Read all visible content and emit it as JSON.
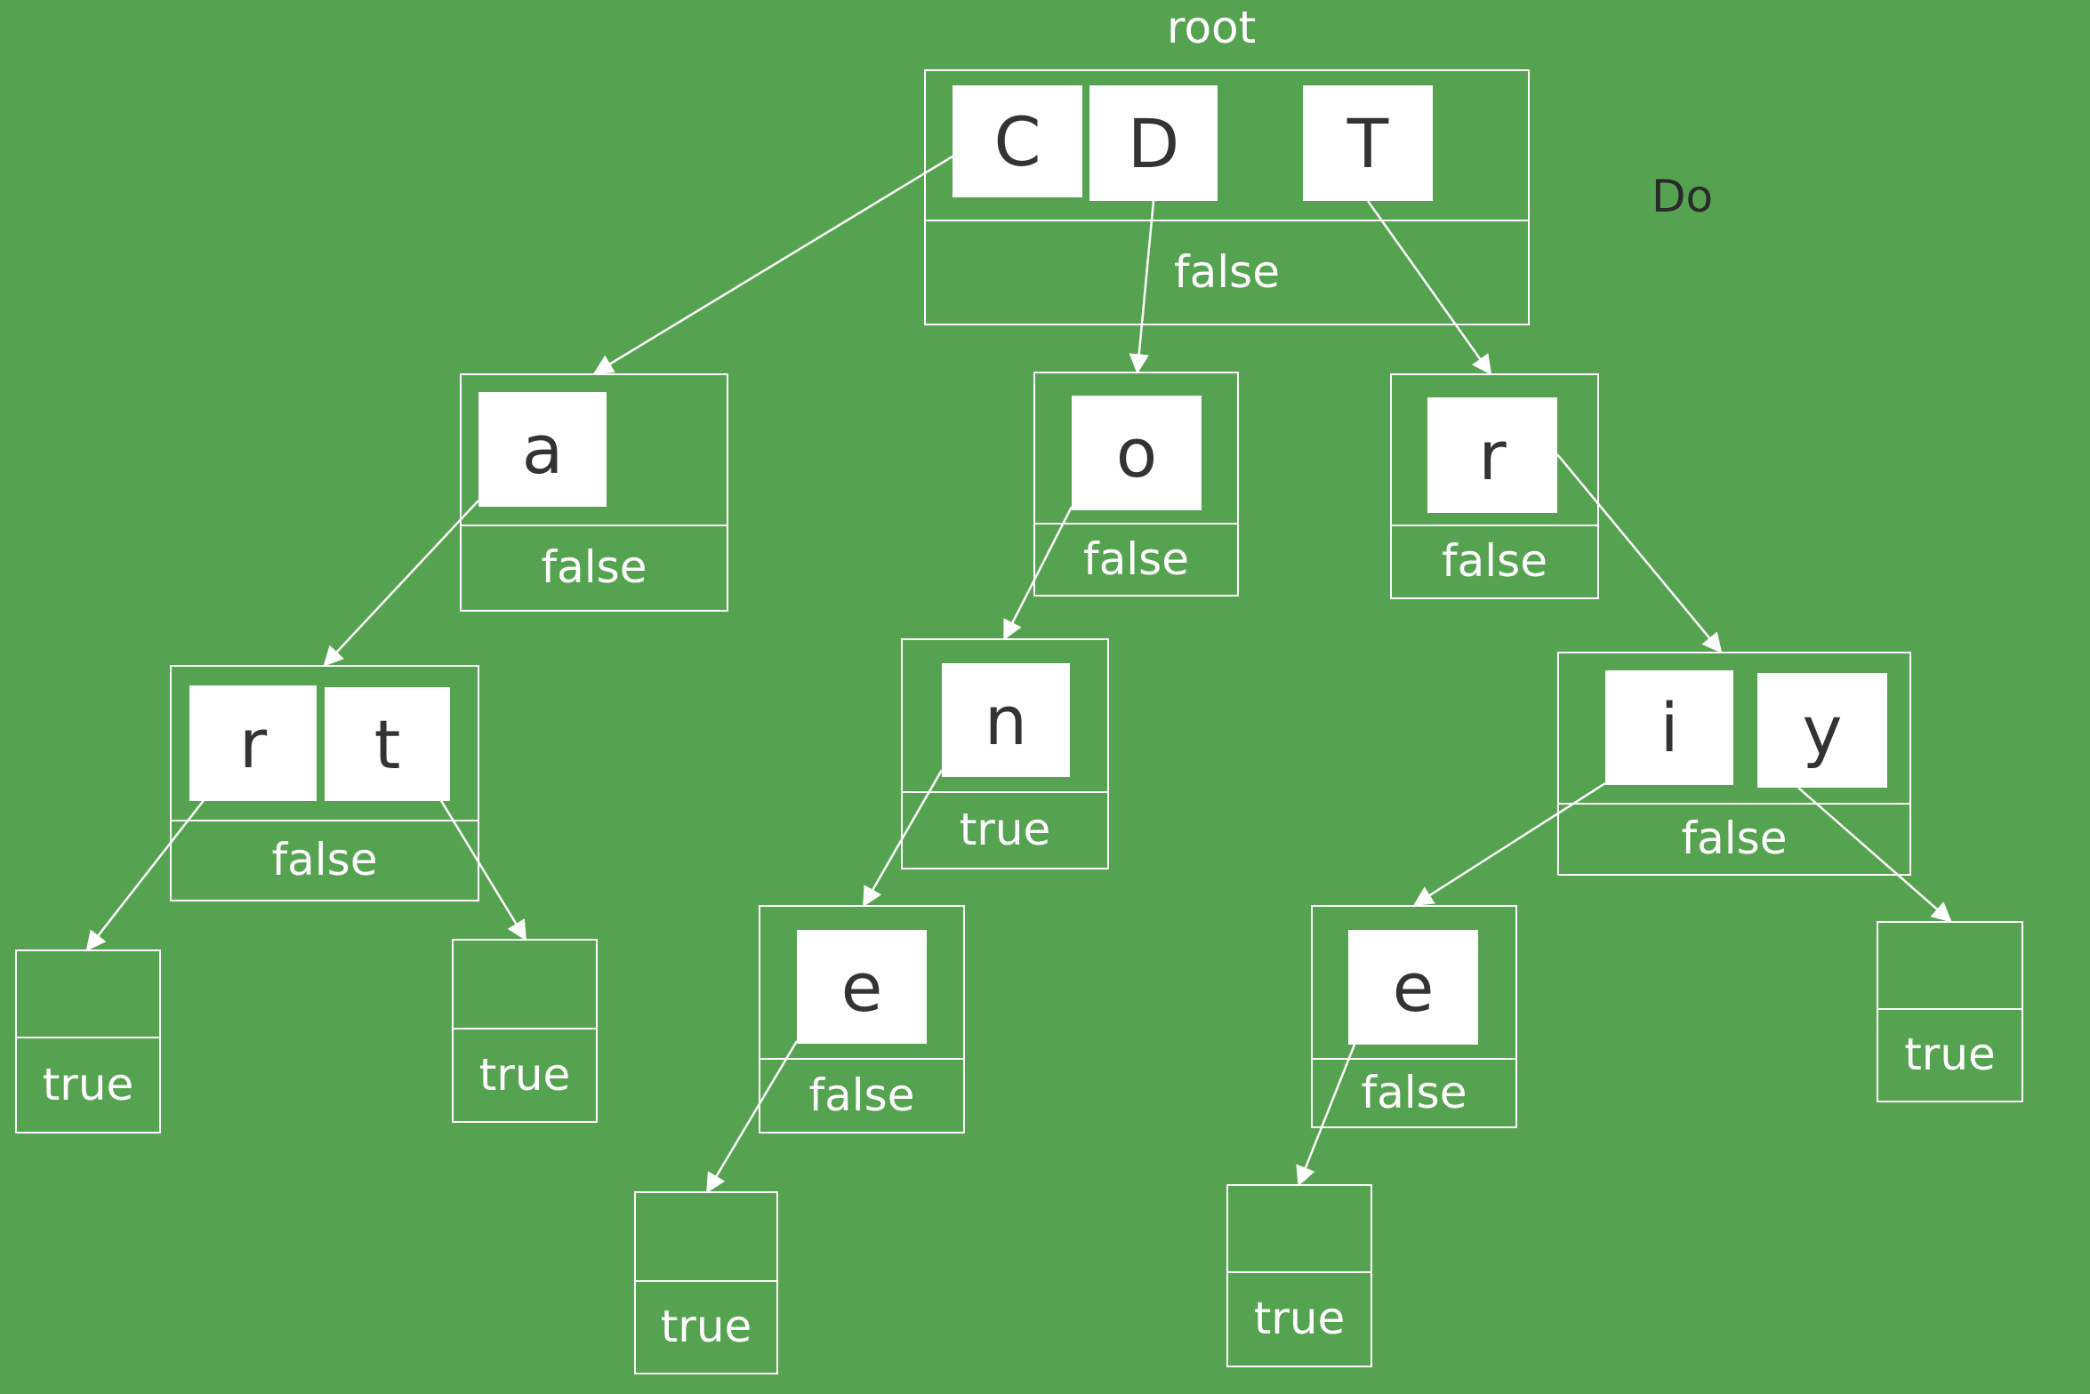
{
  "root_label": "root",
  "side_note": "Do",
  "colors": {
    "background": "#55a350",
    "line": "#ffffff",
    "letter_text": "#333333"
  },
  "nodes": {
    "root": {
      "keys": [
        "C",
        "D",
        "T"
      ],
      "end": "false"
    },
    "a": {
      "keys": [
        "a"
      ],
      "end": "false"
    },
    "o": {
      "keys": [
        "o"
      ],
      "end": "false"
    },
    "r1": {
      "keys": [
        "r"
      ],
      "end": "false"
    },
    "rt": {
      "keys": [
        "r",
        "t"
      ],
      "end": "false"
    },
    "n": {
      "keys": [
        "n"
      ],
      "end": "true"
    },
    "iy": {
      "keys": [
        "i",
        "y"
      ],
      "end": "false"
    },
    "leaf_r": {
      "keys": [],
      "end": "true"
    },
    "leaf_t": {
      "keys": [],
      "end": "true"
    },
    "e1": {
      "keys": [
        "e"
      ],
      "end": "false"
    },
    "e2": {
      "keys": [
        "e"
      ],
      "end": "false"
    },
    "leaf_y": {
      "keys": [],
      "end": "true"
    },
    "leaf_e1": {
      "keys": [],
      "end": "true"
    },
    "leaf_e2": {
      "keys": [],
      "end": "true"
    }
  },
  "edges": [
    {
      "from": "root",
      "key": "C",
      "to": "a"
    },
    {
      "from": "root",
      "key": "D",
      "to": "o"
    },
    {
      "from": "root",
      "key": "T",
      "to": "r1"
    },
    {
      "from": "a",
      "key": "a",
      "to": "rt"
    },
    {
      "from": "o",
      "key": "o",
      "to": "n"
    },
    {
      "from": "r1",
      "key": "r",
      "to": "iy"
    },
    {
      "from": "rt",
      "key": "r",
      "to": "leaf_r"
    },
    {
      "from": "rt",
      "key": "t",
      "to": "leaf_t"
    },
    {
      "from": "n",
      "key": "n",
      "to": "e1"
    },
    {
      "from": "iy",
      "key": "i",
      "to": "e2"
    },
    {
      "from": "iy",
      "key": "y",
      "to": "leaf_y"
    },
    {
      "from": "e1",
      "key": "e",
      "to": "leaf_e1"
    },
    {
      "from": "e2",
      "key": "e",
      "to": "leaf_e2"
    }
  ]
}
